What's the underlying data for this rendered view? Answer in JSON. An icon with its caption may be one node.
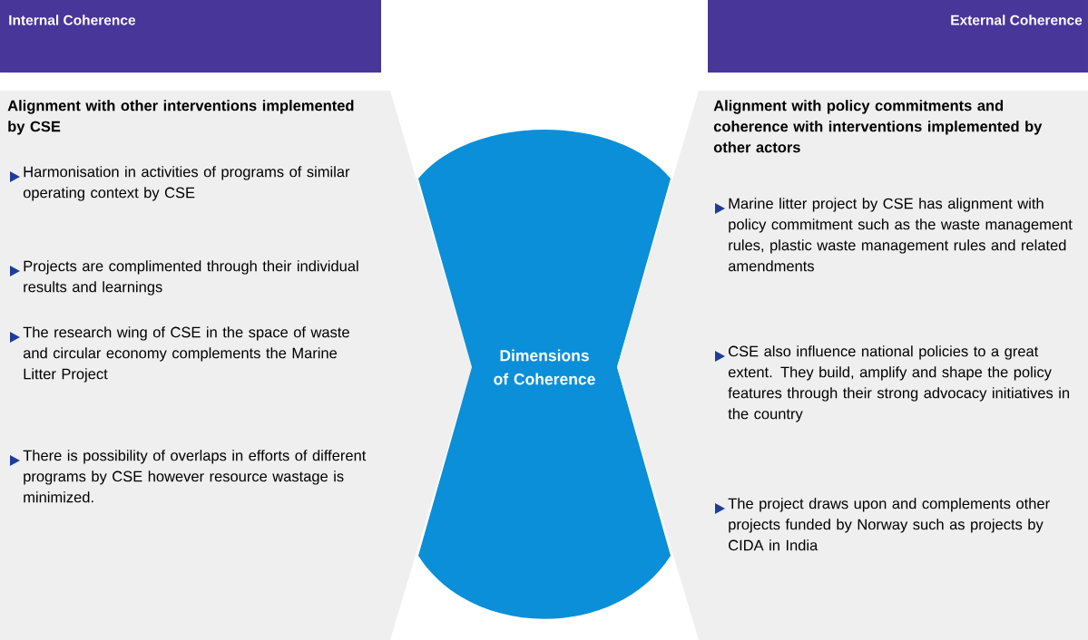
{
  "diagram": {
    "nodes": [
      {
        "text": [
          "Internal Coherence"
        ]
      },
      {
        "text": [
          "External Coherence"
        ]
      },
      {
        "text": [
          "Alignment with other interventions implemented by CSE",
          "Harmonisation in activities of programs of similar operating context by CSE",
          "Projects are complimented through their individual results and learnings",
          "The research wing of CSE in the space of waste and circular economy complements the Marine Litter Project",
          "There is possibility of overlaps in efforts of different programs by CSE however resource wastage is minimized."
        ]
      },
      {
        "text": [
          "Dimensions of Coherence"
        ]
      },
      {
        "text": [
          "Alignment with policy commitments and coherence with interventions implemented by other actors",
          "Marine litter project by CSE has alignment with policy commitment such as the waste management rules, plastic waste management rules and related amendments",
          "CSE also influence national policies to a great extent. They build, amplify and shape the policy features through their strong advocacy initiatives in the country",
          "The project draws upon and complements other projects funded by Norway such as projects by CIDA in India"
        ]
      }
    ]
  }
}
